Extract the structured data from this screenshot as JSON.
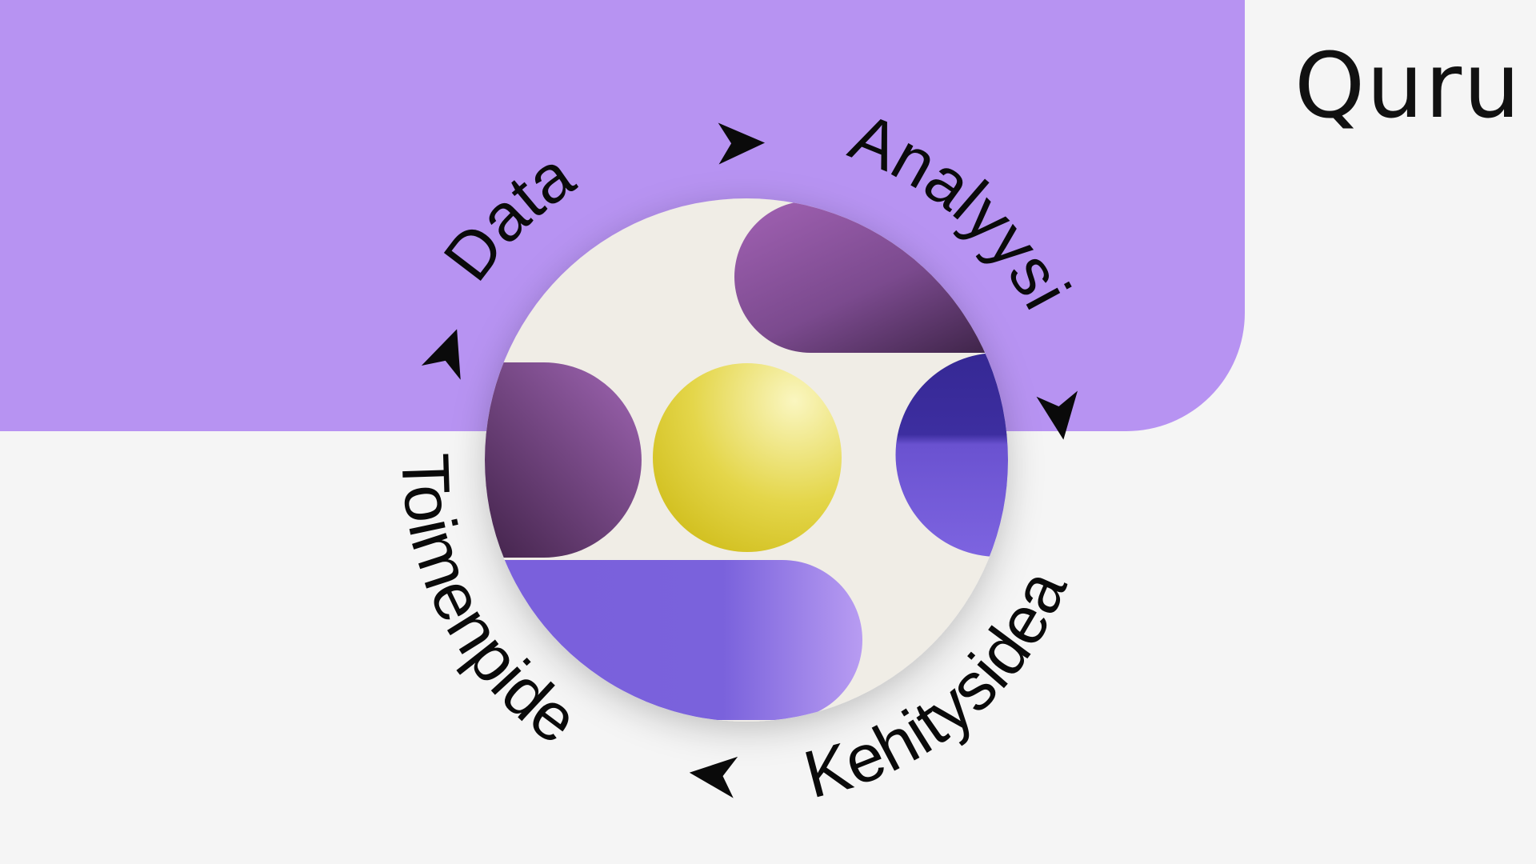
{
  "brand": {
    "logo_text": "Quru"
  },
  "cycle": {
    "labels": [
      {
        "id": "data",
        "text": "Data"
      },
      {
        "id": "analysis",
        "text": "Analyysi"
      },
      {
        "id": "idea",
        "text": "Kehitysidea"
      },
      {
        "id": "action",
        "text": "Toimenpide"
      }
    ],
    "arrow_icons": [
      "arrow-head-icon",
      "arrow-head-icon",
      "arrow-head-icon",
      "arrow-head-icon"
    ]
  },
  "colors": {
    "band": "#b793f2",
    "background": "#f5f5f5",
    "disc": "#f0ede6",
    "yellow": "#e2d440",
    "violet": "#7a5fdc",
    "plum": "#6e3f7e"
  }
}
